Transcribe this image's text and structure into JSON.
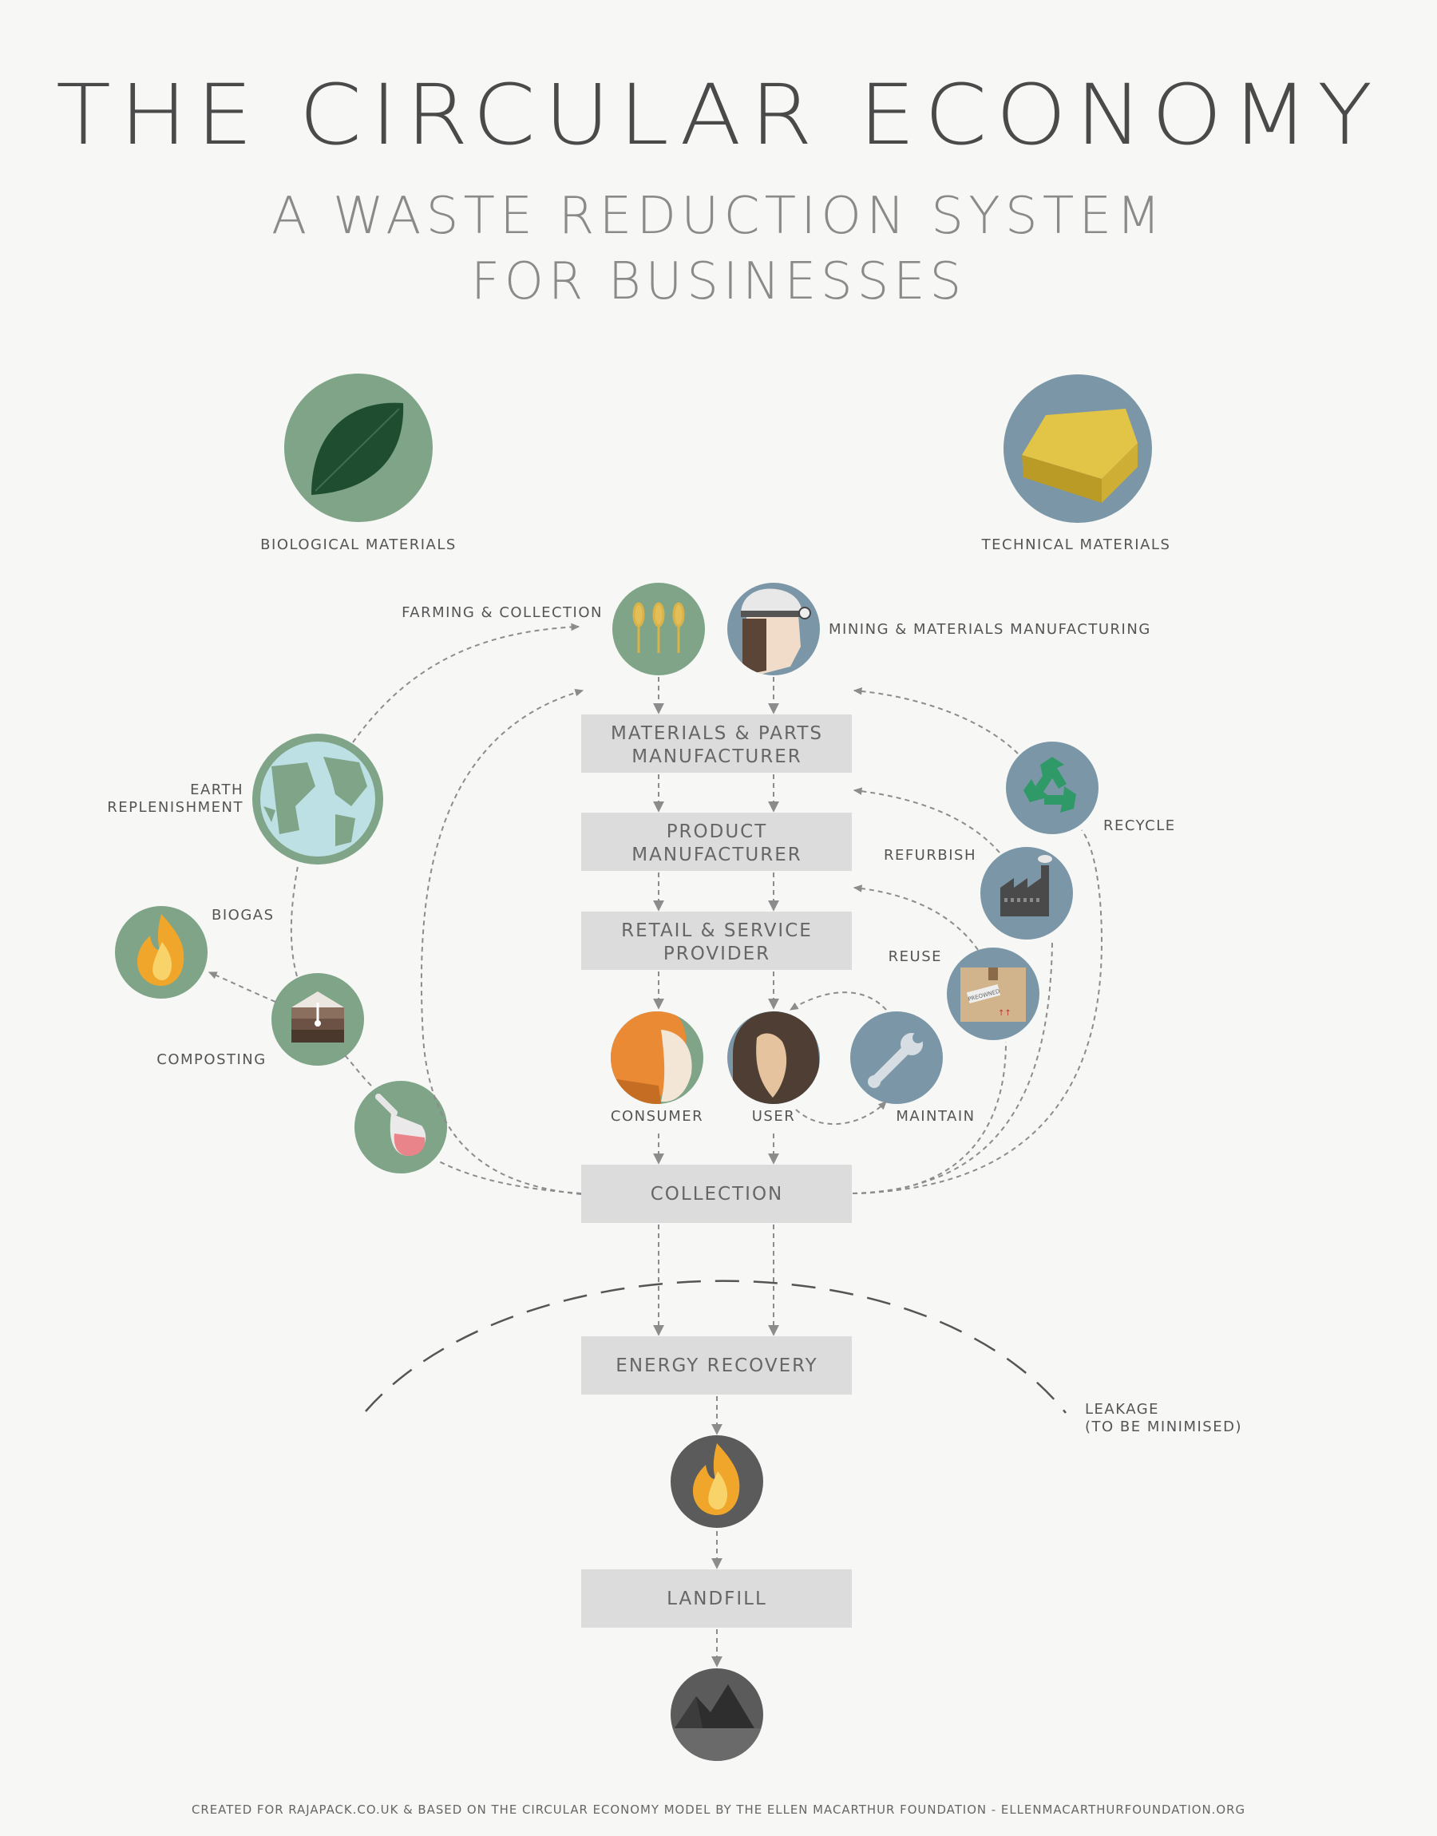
{
  "header": {
    "title": "THE CIRCULAR ECONOMY",
    "subtitle_line1": "A WASTE REDUCTION SYSTEM",
    "subtitle_line2": "FOR BUSINESSES"
  },
  "materials": {
    "biological": "BIOLOGICAL MATERIALS",
    "technical": "TECHNICAL MATERIALS"
  },
  "sources": {
    "farming": "FARMING & COLLECTION",
    "mining": "MINING & MATERIALS MANUFACTURING"
  },
  "boxes": {
    "materials_line1": "MATERIALS & PARTS",
    "materials_line2": "MANUFACTURER",
    "product_line1": "PRODUCT",
    "product_line2": "MANUFACTURER",
    "retail_line1": "RETAIL & SERVICE",
    "retail_line2": "PROVIDER",
    "collection": "COLLECTION",
    "energy": "ENERGY RECOVERY",
    "landfill": "LANDFILL"
  },
  "people": {
    "consumer": "CONSUMER",
    "user": "USER",
    "maintain": "MAINTAIN"
  },
  "bio_loop": {
    "earth_line1": "EARTH",
    "earth_line2": "REPLENISHMENT",
    "biogas": "BIOGAS",
    "composting": "COMPOSTING"
  },
  "tech_loop": {
    "recycle": "RECYCLE",
    "refurbish": "REFURBISH",
    "reuse": "REUSE",
    "box_sticker": "PREOWNED"
  },
  "leakage": {
    "line1": "LEAKAGE",
    "line2": "(TO BE MINIMISED)"
  },
  "footer": "CREATED FOR RAJAPACK.CO.UK & BASED ON THE CIRCULAR ECONOMY MODEL BY THE ELLEN MACARTHUR FOUNDATION - ELLENMACARTHURFOUNDATION.ORG",
  "colors": {
    "background": "#f7f7f6",
    "bio_green": "#7fa487",
    "tech_blue": "#7b97a7",
    "box_gray": "#dcdcdc",
    "dark_circle": "#5b5b5b",
    "flame_orange": "#f0a62b"
  }
}
